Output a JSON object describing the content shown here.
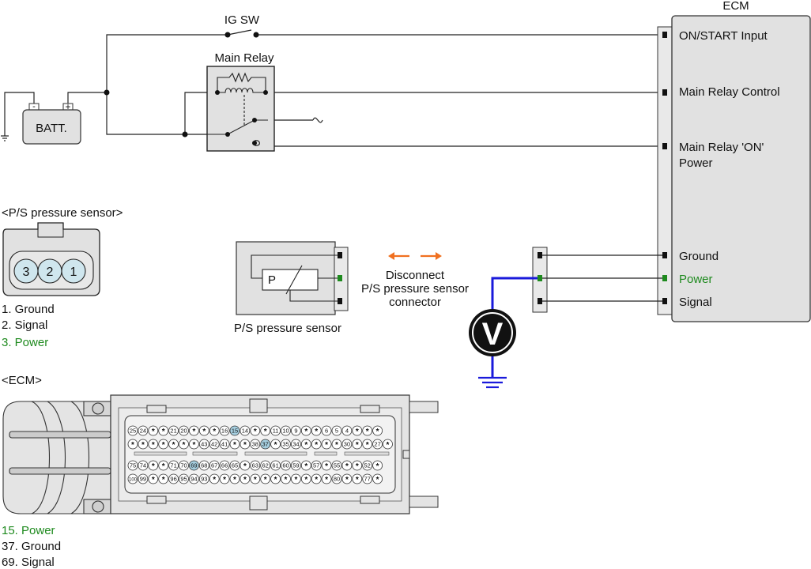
{
  "labels": {
    "ig_sw": "IG SW",
    "main_relay": "Main Relay",
    "batt": "BATT.",
    "batt_minus": "-",
    "batt_plus": "+",
    "ecm_title": "ECM",
    "ecm_on_start": "ON/START Input",
    "ecm_main_relay_control": "Main Relay Control",
    "ecm_main_relay_on_1": "Main Relay 'ON'",
    "ecm_main_relay_on_2": "Power",
    "ecm_ground": "Ground",
    "ecm_power": "Power",
    "ecm_signal": "Signal",
    "sensor_inner": "P",
    "sensor_caption": "P/S pressure sensor",
    "disconnect_1": "Disconnect",
    "disconnect_2": "P/S pressure sensor",
    "disconnect_3": "connector",
    "voltmeter": "V"
  },
  "ps_connector": {
    "title": "<P/S pressure sensor>",
    "pins": [
      "3",
      "2",
      "1"
    ],
    "legend": [
      "1. Ground",
      "2. Signal",
      "3. Power"
    ]
  },
  "ecm_connector": {
    "title": "<ECM>",
    "row1": [
      "25",
      "24",
      "*",
      "*",
      "21",
      "20",
      "*",
      "*",
      "*",
      "16",
      "15",
      "14",
      "*",
      "*",
      "11",
      "10",
      "9",
      "*",
      "*",
      "6",
      "5",
      "4",
      "*",
      "*",
      "*"
    ],
    "row2": [
      "*",
      "*",
      "*",
      "*",
      "*",
      "*",
      "*",
      "43",
      "42",
      "41",
      "*",
      "*",
      "38",
      "37",
      "*",
      "35",
      "34",
      "*",
      "*",
      "*",
      "*",
      "30",
      "*",
      "*",
      "27",
      "*"
    ],
    "row3": [
      "75",
      "74",
      "*",
      "*",
      "71",
      "70",
      "69",
      "68",
      "67",
      "66",
      "65",
      "*",
      "63",
      "62",
      "61",
      "60",
      "59",
      "*",
      "57",
      "*",
      "55",
      "*",
      "*",
      "52",
      "*"
    ],
    "row4": [
      "100",
      "99",
      "*",
      "*",
      "96",
      "95",
      "94",
      "93",
      "*",
      "*",
      "*",
      "*",
      "*",
      "*",
      "*",
      "*",
      "*",
      "*",
      "*",
      "*",
      "80",
      "*",
      "*",
      "77",
      "*"
    ],
    "highlighted": [
      "15",
      "37",
      "69"
    ],
    "legend": [
      "15. Power",
      "37. Ground",
      "69. Signal"
    ]
  },
  "colors": {
    "power_highlight": "#1e8a1e",
    "meter_lead": "#1a1adb",
    "disconnect_arrows": "#f07020",
    "pin_highlight": "#a6cfe0",
    "sensor_pin_fill": "#cfe6ee"
  }
}
